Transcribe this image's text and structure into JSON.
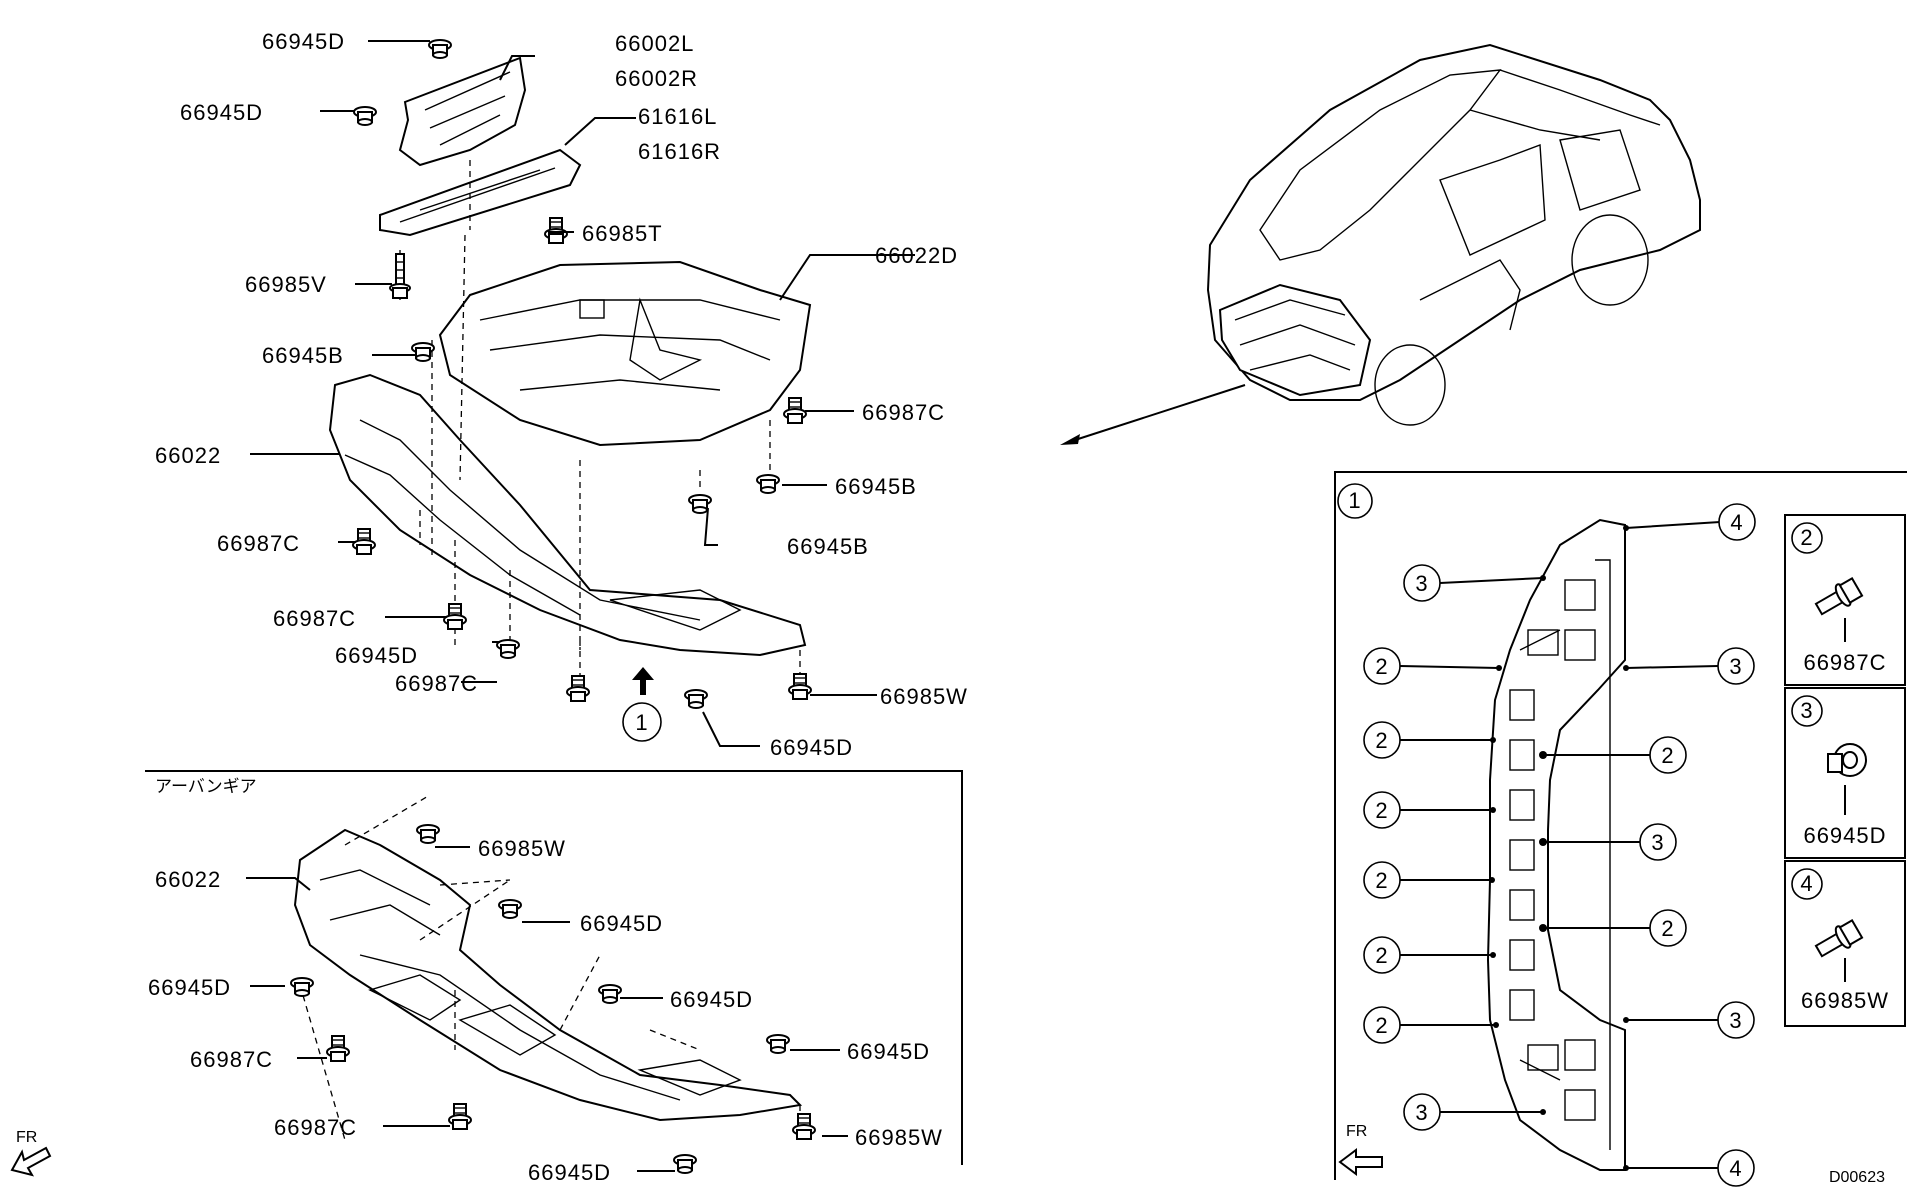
{
  "main_labels": {
    "p66945D_a": "66945D",
    "p66002L": "66002L",
    "p66002R": "66002R",
    "p66945D_b": "66945D",
    "p61616L": "61616L",
    "p61616R": "61616R",
    "p66985T": "66985T",
    "p66022D": "66022D",
    "p66985V": "66985V",
    "p66945B_a": "66945B",
    "p66987C_a": "66987C",
    "p66022": "66022",
    "p66945B_b": "66945B",
    "p66987C_b": "66987C",
    "p66945B_c": "66945B",
    "p66987C_c": "66987C",
    "p66945D_c": "66945D",
    "p66987C_d": "66987C",
    "p66985W": "66985W",
    "p66945D_d": "66945D",
    "callout_1": "1"
  },
  "urban_gear": {
    "title": "アーバンギア",
    "p66985W_a": "66985W",
    "p66022": "66022",
    "p66945D_a": "66945D",
    "p66945D_b": "66945D",
    "p66945D_c": "66945D",
    "p66987C_a": "66987C",
    "p66945D_d": "66945D",
    "p66987C_b": "66987C",
    "p66985W_b": "66985W",
    "p66945D_e": "66945D"
  },
  "fr_left": "FR",
  "fr_right": "FR",
  "detail": {
    "index": "1",
    "callouts": [
      "4",
      "3",
      "2",
      "3",
      "2",
      "2",
      "2",
      "3",
      "2",
      "2",
      "2",
      "2",
      "3",
      "3",
      "4"
    ]
  },
  "legend": [
    {
      "num": "2",
      "part": "66987C"
    },
    {
      "num": "3",
      "part": "66945D"
    },
    {
      "num": "4",
      "part": "66985W"
    }
  ],
  "drawing_code": "D00623"
}
